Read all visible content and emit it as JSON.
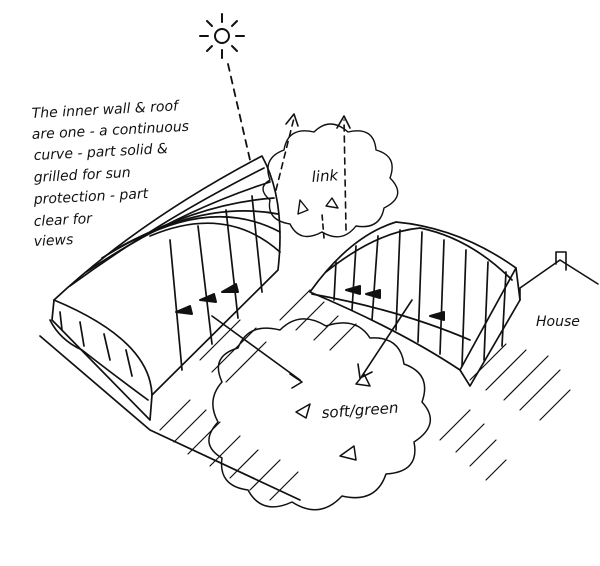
{
  "annotation": {
    "lines": [
      "The inner wall & roof",
      "are one - a continuous",
      "curve - part solid &",
      "grilled for sun",
      "protection - part",
      "clear for",
      "views"
    ]
  },
  "labels": {
    "link": "link",
    "house": "House",
    "garden": "soft/green"
  },
  "icons": {
    "sun": "sun-icon",
    "arrows": "arrow-icon"
  },
  "colors": {
    "ink": "#111111",
    "paper": "#ffffff"
  }
}
